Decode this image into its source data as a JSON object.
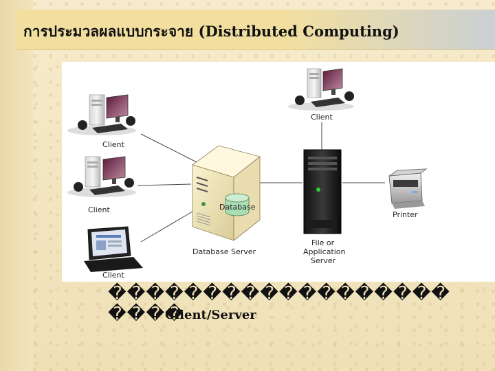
{
  "title": "การประมวลผลแบบกระจาย (Distributed Computing)",
  "diagram": {
    "labels": {
      "client_top": "Client",
      "client_1": "Client",
      "client_2": "Client",
      "client_3": "Client",
      "database": "Database",
      "database_server": "Database Server",
      "file_server_line1": "File or",
      "file_server_line2": "Application",
      "file_server_line3": "Server",
      "printer": "Printer"
    }
  },
  "caption": {
    "garbled_line1": "������������������",
    "garbled_line2": "����",
    "english": "Client/Server"
  }
}
